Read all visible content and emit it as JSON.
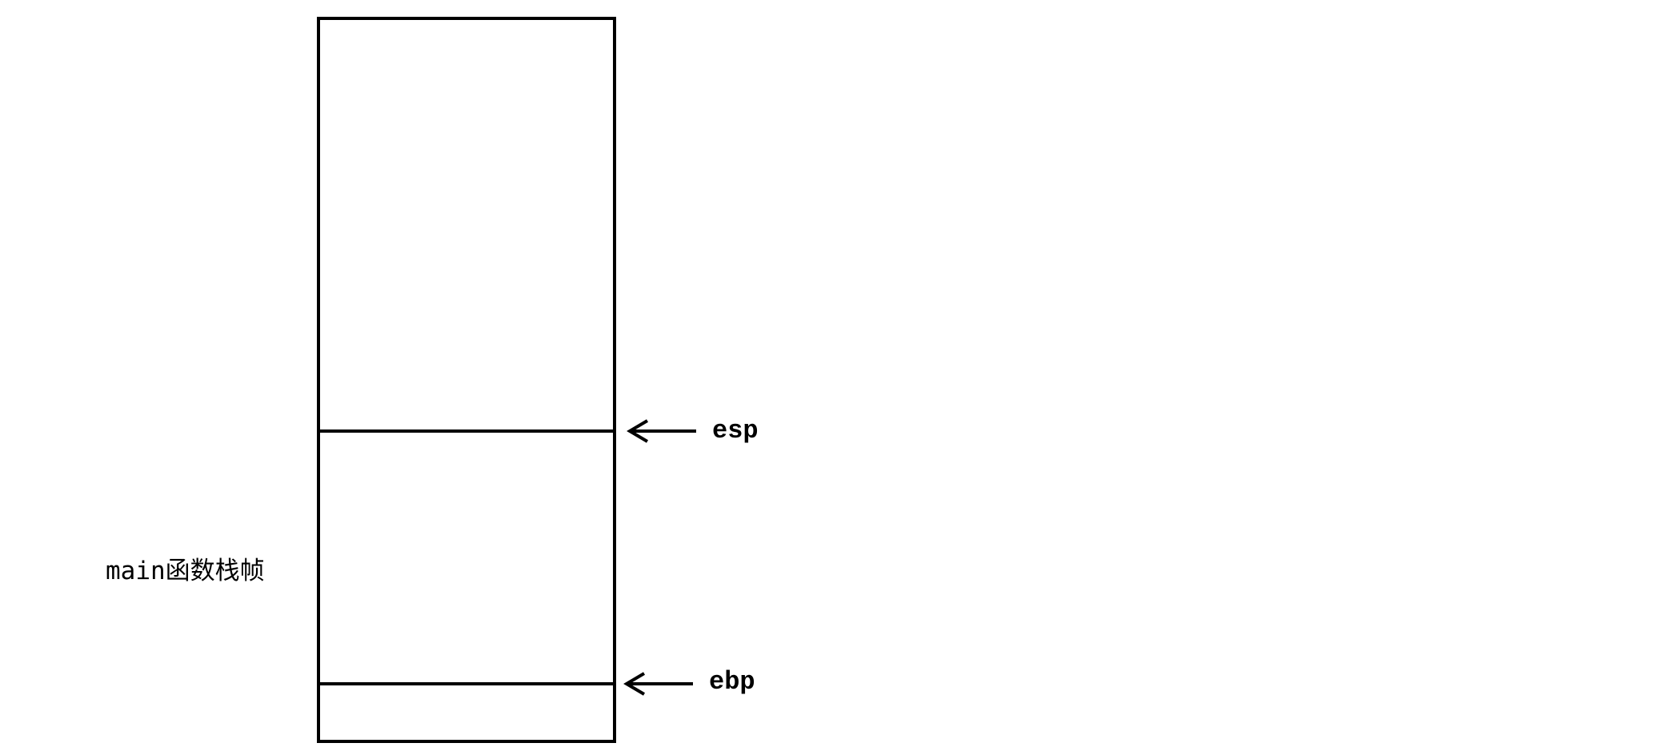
{
  "frame_label": "main函数栈帧",
  "registers": {
    "esp": "esp",
    "ebp": "ebp"
  }
}
